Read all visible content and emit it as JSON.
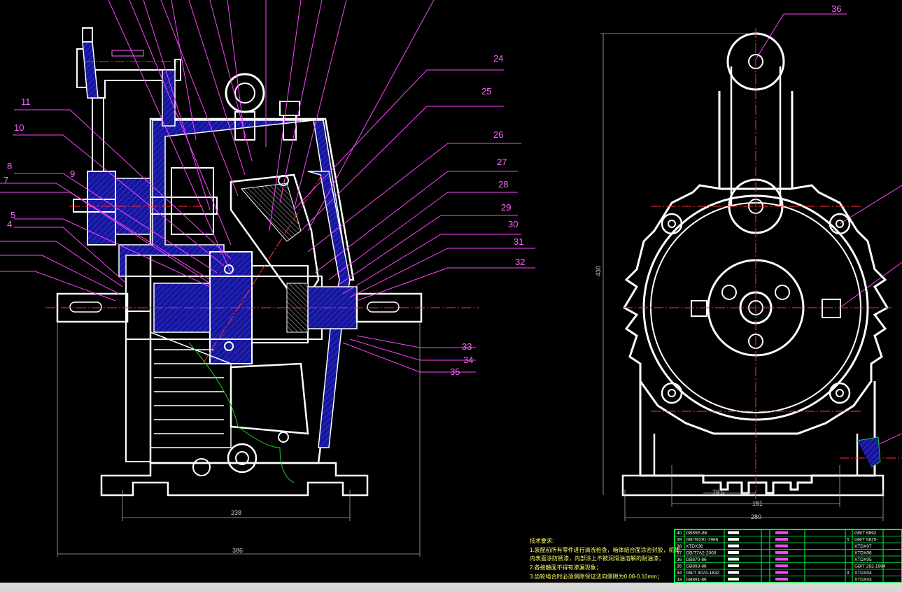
{
  "balloons_left": [
    "11",
    "10",
    "8",
    "9",
    "7",
    "5",
    "4"
  ],
  "balloons_right": [
    "24",
    "25",
    "26",
    "27",
    "28",
    "29",
    "30",
    "31",
    "32"
  ],
  "balloons_bottom": [
    "33",
    "34",
    "35"
  ],
  "balloon_top_right": "36",
  "dims": {
    "d238": "238",
    "d386": "386",
    "d430": "430",
    "d181": "181",
    "d280": "280",
    "d79": "79.5"
  },
  "notes": {
    "title": "技术要求:",
    "lines": [
      "1.装配前所有零件进行清洗检查，箱体结合面涂密封胶，机体",
      "内表面涂防锈漆，内部涂上不被润滑油溶解的耐油漆；",
      "2.各接触面不得有渗漏现象；",
      "3.齿轮啮合时必须侧隙保证法向侧隙为0.08-0.10mm；"
    ]
  },
  "bom_left": [
    {
      "no": "40",
      "code": "GB85E-86"
    },
    {
      "no": "39",
      "code": "GB/T6291-1986"
    },
    {
      "no": "38",
      "code": "XTDX36"
    },
    {
      "no": "37",
      "code": "GB/T7A2-2000"
    },
    {
      "no": "36",
      "code": "GB870-86"
    },
    {
      "no": "35",
      "code": "GB893-86"
    },
    {
      "no": "34",
      "code": "GB/T 9074-1632"
    },
    {
      "no": "33",
      "code": "GB891-86"
    }
  ],
  "bom_right": [
    {
      "no": "",
      "code": "GB/T 6892"
    },
    {
      "no": "",
      "code": "GB/T 5825-"
    },
    {
      "no": "",
      "code": "XTDX07"
    },
    {
      "no": "",
      "code": "XTDX06"
    },
    {
      "no": "",
      "code": "XTDX05"
    },
    {
      "no": "",
      "code": "GB/T 292-1994"
    },
    {
      "no": "",
      "code": "XTDX04"
    },
    {
      "no": "",
      "code": "XTDX03"
    }
  ],
  "bom_right_nums": [
    "",
    "5",
    "",
    "",
    "",
    "",
    "9",
    ""
  ],
  "colors": {
    "outline": "#ffffff",
    "section_fill": "#1a1a9e",
    "leader": "#ff44ff",
    "dimension": "#cccccc",
    "centerline": "#ff3333",
    "note": "#ffff33",
    "table_border": "#00ff44"
  }
}
